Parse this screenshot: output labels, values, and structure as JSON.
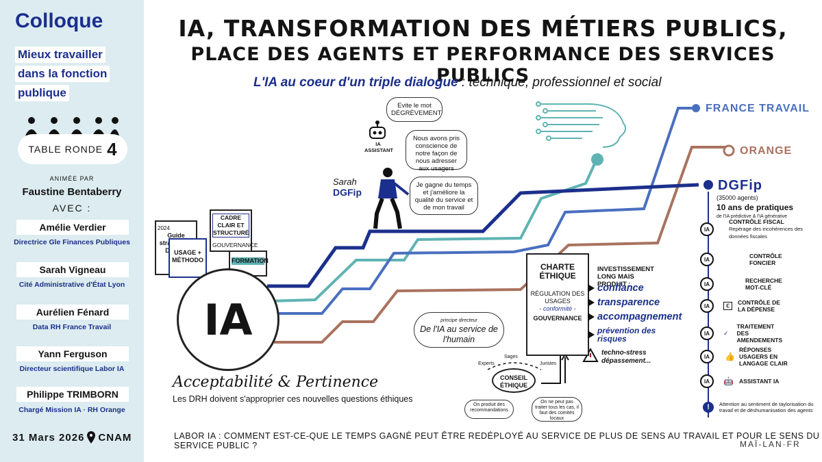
{
  "sidebar": {
    "title": "Colloque",
    "subtitle_lines": [
      "Mieux travailler",
      "dans la fonction",
      "publique"
    ],
    "table_ronde_label": "TABLE RONDE",
    "table_ronde_number": "4",
    "animee_par": "ANIMÉE PAR",
    "moderator": "Faustine Bentaberry",
    "avec": "AVEC :",
    "speakers": [
      {
        "name": "Amélie Verdier",
        "role": "Directrice Gle Finances Publiques"
      },
      {
        "name": "Sarah Vigneau",
        "role": "Cité Administrative d'État Lyon"
      },
      {
        "name": "Aurélien Fénard",
        "role": "Data RH France Travail"
      },
      {
        "name": "Yann Ferguson",
        "role": "Directeur scientifique Labor IA"
      },
      {
        "name": "Philippe TRIMBORN",
        "role": "Chargé Mission IA · RH Orange"
      }
    ],
    "date": "31 Mars 2026",
    "place": "CNAM"
  },
  "header": {
    "line1": "IA, TRANSFORMATION DES MÉTIERS PUBLICS,",
    "line2": "PLACE DES AGENTS ET PERFORMANCE DES SERVICES PUBLICS",
    "subtitle_a": "L'IA au coeur d'un triple dialogue",
    "subtitle_b": " : technique, professionnel et social"
  },
  "lines": {
    "france_travail": "FRANCE TRAVAIL",
    "orange": "ORANGE",
    "dgfip": "DGFip"
  },
  "colors": {
    "navy": "#1b2f8c",
    "blue": "#4a6fbf",
    "teal": "#5fb3b3",
    "brown": "#a9725e",
    "sidebar_bg": "#dcecf0"
  },
  "docs": {
    "guide_year": "2024",
    "guide": "Guide stratégique DGAFP",
    "usage": "USAGE + MÉTHODO",
    "cadre": "CADRE CLAIR ET STRUCTURÉ",
    "gouvernance": "GOUVERNANCE",
    "formation": "FORMATION"
  },
  "ia": {
    "big": "IA",
    "acceptabilite": "Acceptabilité & Pertinence",
    "drh": "Les DRH doivent s'approprier ces nouvelles questions éthiques"
  },
  "sarah": {
    "name": "Sarah",
    "org": "DGFip",
    "assistant_label": "IA ASSISTANT",
    "bubble_evite": "Evite le mot DÉGRÈVEMENT",
    "bubble_nous": "Nous avons pris conscience de notre façon de nous adresser aux usagers",
    "bubble_temps": "Je gagne du temps et j'améliore la qualité du service et de mon travail"
  },
  "humain": {
    "small": "principe directeur",
    "text": "De l'IA au service de l'humain"
  },
  "charte": {
    "title": "CHARTE ÉTHIQUE",
    "regulation": "RÉGULATION DES USAGES",
    "conformite": "- conformité -",
    "gouvernance": "GOUVERNANCE"
  },
  "investissement": {
    "text": "INVESTISSEMENT LONG MAIS PRODUIT :",
    "values": [
      "confiance",
      "transparence",
      "accompagnement",
      "prévention des risques"
    ],
    "warning": "techno-stress dépassement..."
  },
  "conseil": {
    "title": "CONSEIL ÉTHIQUE",
    "experts": "Experts",
    "sages": "Sages",
    "juristes": "Juristes",
    "note_left": "On produit des recommandations",
    "note_right": "On ne peut pas traiter tous les cas, il faut des comités locaux"
  },
  "dgfip": {
    "agents": "(35000 agents)",
    "years": "10 ans de pratiques",
    "years_sub": "de l'IA prédictive & l'IA générative",
    "items": [
      {
        "label": "CONTRÔLE FISCAL",
        "sub": "Repérage des incohérences des données fiscales"
      },
      {
        "label": "CONTRÔLE FONCIER",
        "sub": ""
      },
      {
        "label": "RECHERCHE MOT-CLÉ",
        "sub": ""
      },
      {
        "label": "CONTRÔLE DE LA DÉPENSE",
        "sub": ""
      },
      {
        "label": "TRAITEMENT DES AMENDEMENTS",
        "sub": ""
      },
      {
        "label": "RÉPONSES USAGERS EN LANGAGE CLAIR",
        "sub": ""
      },
      {
        "label": "ASSISTANT IA",
        "sub": ""
      }
    ],
    "attention": "Attention au sentiment de taylorisation du travail et de déshumanisation des agents",
    "ia_short": "IA"
  },
  "footer": {
    "text": "LABOR IA : COMMENT EST-CE-QUE LE TEMPS GAGNÉ PEUT ÊTRE REDÉPLOYÉ AU SERVICE DE PLUS DE SENS AU TRAVAIL ET POUR LE SENS DU SERVICE PUBLIC ?",
    "credit": "MAÏ-LAN·FR"
  }
}
